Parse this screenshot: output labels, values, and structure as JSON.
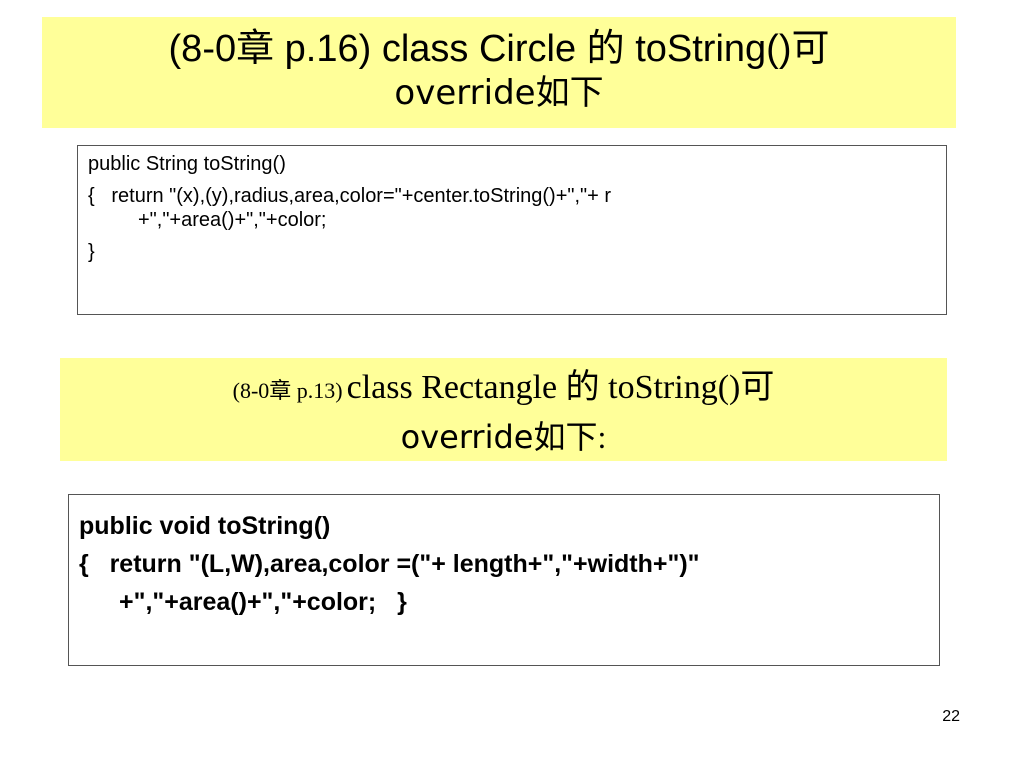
{
  "slide": {
    "title_top": {
      "line1": "(8-0章 p.16) class Circle 的 toString()可",
      "line2": "override如下"
    },
    "code_circle": {
      "lines": [
        "public String toString()",
        "{   return \"(x),(y),radius,area,color=\"+center.toString()+\",\"+ r",
        "+\",\"+area()+\",\"+color;",
        "}"
      ]
    },
    "title_bottom": {
      "prefix": "(8-0章 p.13)",
      "main": "class Rectangle 的 toString()可",
      "line2": "override如下",
      "colon": ":"
    },
    "code_rectangle": {
      "lines": [
        "public void toString()",
        "{   return \"(L,W),area,color =(\"+ length+\",\"+width+\")\"",
        "+\",\"+area()+\",\"+color;   }"
      ]
    },
    "page_number": "22"
  }
}
